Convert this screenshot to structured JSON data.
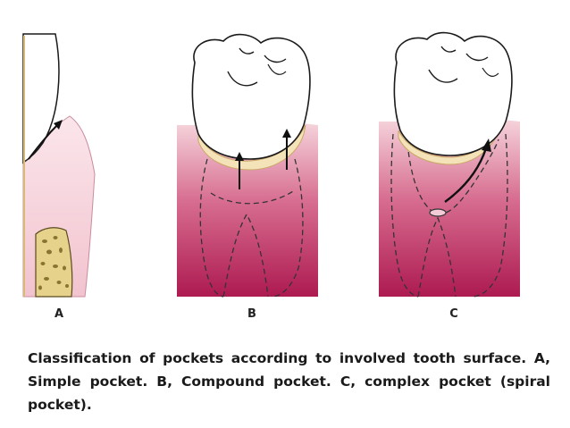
{
  "panels": [
    {
      "id": "A",
      "label": "A"
    },
    {
      "id": "B",
      "label": "B"
    },
    {
      "id": "C",
      "label": "C"
    }
  ],
  "caption": "Classification of pockets according to involved tooth surface. A, Simple pocket. B, Compound pocket. C, complex pocket  (spiral pocket).",
  "colors": {
    "gingiva_light": "#f3c9d3",
    "gingiva_dark": "#b21f55",
    "enamel": "#ffffff",
    "cementum": "#f4e2b8",
    "bone": "#e8d58a",
    "outline": "#1a1a1a"
  }
}
